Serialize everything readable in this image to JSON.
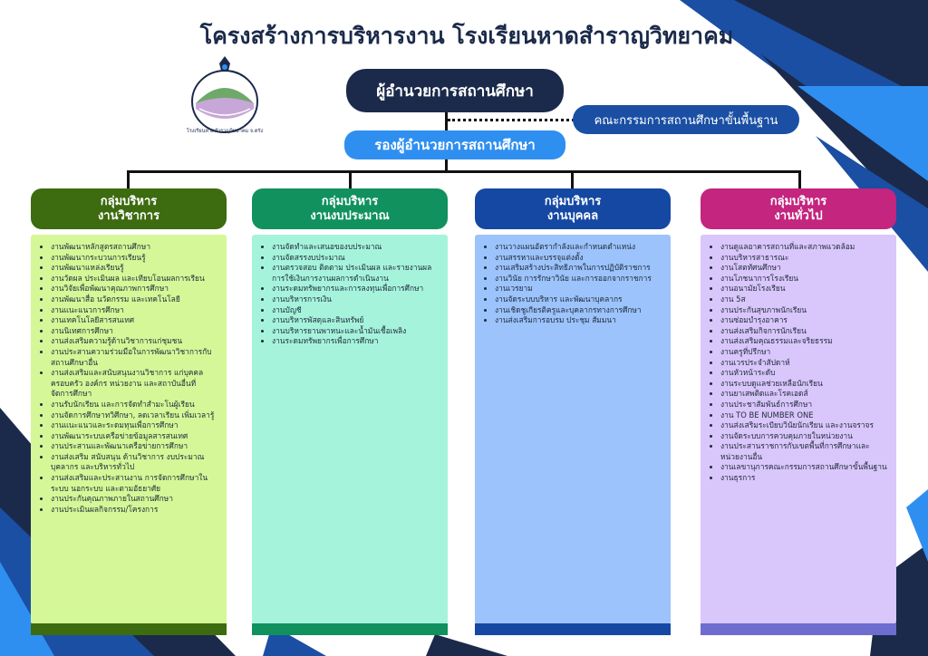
{
  "title": "โครงสร้างการบริหารงาน โรงเรียนหาดสำราญวิทยาคม",
  "logo": {
    "text": "โรงเรียนหาดสำราญวิทยาคม จ.ตรัง"
  },
  "director": "ผู้อำนวยการสถานศึกษา",
  "committee": "คณะกรรมการสถานศึกษาขั้นพื้นฐาน",
  "deputy": "รองผู้อำนวยการสถานศึกษา",
  "colors": {
    "navy": "#1b2a4a",
    "academic": "#3d6b10",
    "budget": "#11915e",
    "personnel": "#1548a3",
    "general": "#c4257e"
  },
  "groups": [
    {
      "line1": "กลุ่มบริหาร",
      "line2": "งานวิชาการ",
      "items": [
        "งานพัฒนาหลักสูตรสถานศึกษา",
        "งานพัฒนากระบวนการเรียนรู้",
        "งานพัฒนาแหล่งเรียนรู้",
        "งานวัดผล ประเมินผล และเทียบโอนผลการเรียน",
        "งานวิจัยเพื่อพัฒนาคุณภาพการศึกษา",
        "งานพัฒนาสื่อ นวัตกรรม และเทคโนโลยี",
        "งานแนะแนวการศึกษา",
        "งานเทคโนโลยีสารสนเทศ",
        "งานนิเทศการศึกษา",
        "งานส่งเสริมความรู้ด้านวิชาการแก่ชุมชน",
        "งานประสานความร่วมมือในการพัฒนาวิชาการกับสถานศึกษาอื่น",
        "งานส่งเสริมและสนับสนุนงานวิชาการ แก่บุคคล ครอบครัว องค์กร หน่วยงาน และสถาบันอื่นที่จัดการศึกษา",
        "งานรับนักเรียน และการจัดทำสำมะโนผู้เรียน",
        "งานจัดการศึกษาทวิศึกษา, ลดเวลาเรียน เพิ่มเวลารู้",
        "งานแนะแนวและระดมทุนเพื่อการศึกษา",
        "งานพัฒนาระบบเครือข่ายข้อมูลสารสนเทศ",
        "งานประสานและพัฒนาเครือข่ายการศึกษา",
        "งานส่งเสริม สนับสนุน ด้านวิชาการ งบประมาณ บุคลากร และบริหารทั่วไป",
        "งานส่งเสริมและประสานงาน การจัดการศึกษาในระบบ นอกระบบ และตามอัธยาศัย",
        "งานประกันคุณภาพภายในสถานศึกษา",
        "งานประเมินผลกิจกรรม/โครงการ"
      ]
    },
    {
      "line1": "กลุ่มบริหาร",
      "line2": "งานงบประมาณ",
      "items": [
        "งานจัดทำและเสนอของบประมาณ",
        "งานจัดสรรงบประมาณ",
        "งานตรวจสอบ ติดตาม ประเมินผล และรายงานผลการใช้เงินการงานผลการดำเนินงาน",
        "งานระดมทรัพยากรและการลงทุนเพื่อการศึกษา",
        "งานบริหารการเงิน",
        "งานบัญชี",
        "งานบริหารพัสดุและสินทรัพย์",
        "งานบริหารยานพาหนะและน้ำมันเชื้อเพลิง",
        "งานระดมทรัพยากรเพื่อการศึกษา"
      ]
    },
    {
      "line1": "กลุ่มบริหาร",
      "line2": "งานบุคคล",
      "items": [
        "งานวางแผนอัตรากำลังและกำหนดตำแหน่ง",
        "งานสรรหาและบรรจุแต่งตั้ง",
        "งานเสริมสร้างประสิทธิภาพในการปฏิบัติราชการ",
        "งานวินัย การรักษาวินัย และการออกจากราชการ",
        "งานเวรยาม",
        "งานจัดระบบบริหาร และพัฒนาบุคลากร",
        "งานเชิดชูเกียรติครูและบุคลากรทางการศึกษา",
        "งานส่งเสริมการอบรม ประชุม สัมมนา"
      ]
    },
    {
      "line1": "กลุ่มบริหาร",
      "line2": "งานทั่วไป",
      "items": [
        "งานดูแลอาคารสถานที่และสภาพแวดล้อม",
        "งานบริหารสาธารณะ",
        "งานโสตทัศนศึกษา",
        "งานโภชนาการโรงเรียน",
        "งานอนามัยโรงเรียน",
        "งาน 5ส",
        "งานประกันสุขภาพนักเรียน",
        "งานซ่อมบำรุงอาคาร",
        "งานส่งเสริมกิจการนักเรียน",
        "งานส่งเสริมคุณธรรมและจริยธรรม",
        "งานครูที่ปรึกษา",
        "งานเวรประจำสัปดาห์",
        "งานหัวหน้าระดับ",
        "งานระบบดูแลช่วยเหลือนักเรียน",
        "งานยาเสพติดและโรคเอดส์",
        "งานประชาสัมพันธ์การศึกษา",
        "งาน TO BE NUMBER ONE",
        "งานส่งเสริมระเบียบวินัยนักเรียน และงานจราจร",
        "งานจัดระบบการควบคุมภายในหน่วยงาน",
        "งานประสานราชการกับเขตพื้นที่การศึกษาและหน่วยงานอื่น",
        "งานเลขานุการคณะกรรมการสถานศึกษาขั้นพื้นฐาน",
        "งานธุรการ"
      ]
    }
  ]
}
